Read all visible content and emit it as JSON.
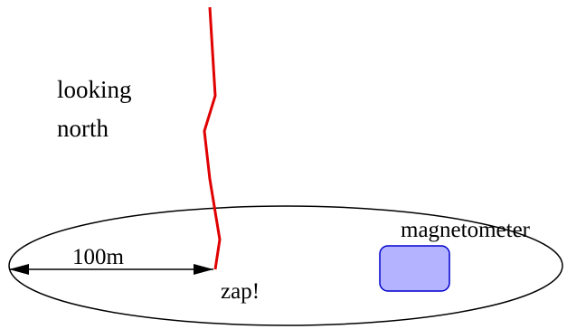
{
  "labels": {
    "looking": "looking",
    "north": "north",
    "distance": "100m",
    "zap": "zap!",
    "magnetometer": "magnetometer"
  },
  "colors": {
    "lightning": "#e00000",
    "ellipse": "#000000",
    "magnetometer_fill": "#b3b3ff",
    "magnetometer_stroke": "#0000cc",
    "arrow": "#000000"
  },
  "icons": {
    "lightning": "lightning-bolt-icon",
    "magnetometer": "magnetometer-box-icon"
  }
}
